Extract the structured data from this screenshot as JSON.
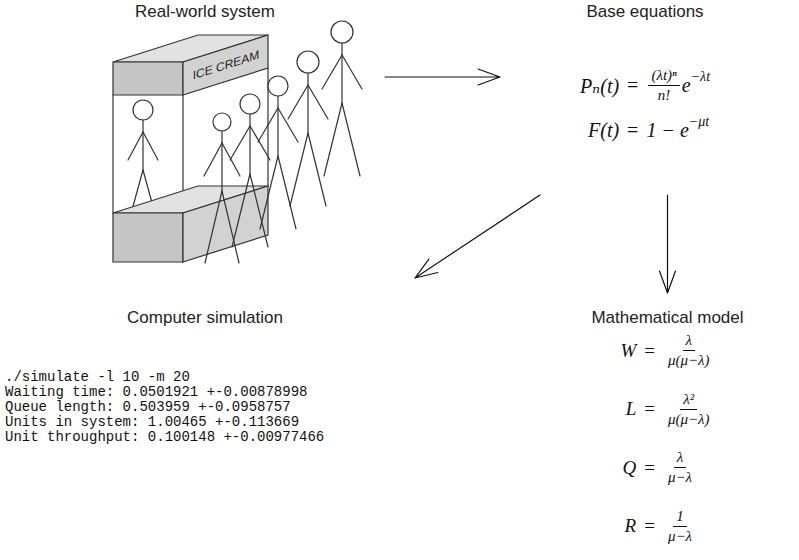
{
  "diagram": {
    "nodes": [
      {
        "text": [
          "Real-world system"
        ]
      },
      {
        "text": [
          "Base equations",
          "Pₙ(t)",
          "=",
          "(λt)ⁿ",
          "n!",
          "e",
          "−λt",
          "F(t)",
          "=",
          "1 − e",
          "−μt"
        ]
      },
      {
        "text": [
          "Computer simulation",
          "./simulate -l 10 -m 20",
          "Waiting time: 0.0501921 +-0.00878998",
          "Queue length: 0.503959 +-0.0958757",
          "Units in system: 1.00465 +-0.113669",
          "Unit throughput: 0.100148 +-0.00977466"
        ]
      },
      {
        "text": [
          "Mathematical model",
          "W",
          "=",
          "λ",
          "μ(μ−λ)",
          "L",
          "=",
          "λ²",
          "μ(μ−λ)",
          "Q",
          "=",
          "λ",
          "μ−λ",
          "R",
          "=",
          "1",
          "μ−λ"
        ]
      }
    ],
    "edges": [
      {
        "from": 0,
        "to": 1,
        "arrow": "to"
      },
      {
        "from": 1,
        "to": 3,
        "arrow": "to"
      },
      {
        "from": 1,
        "to": 2,
        "arrow": "to"
      }
    ],
    "labels": [
      "ICE CREAM"
    ]
  }
}
